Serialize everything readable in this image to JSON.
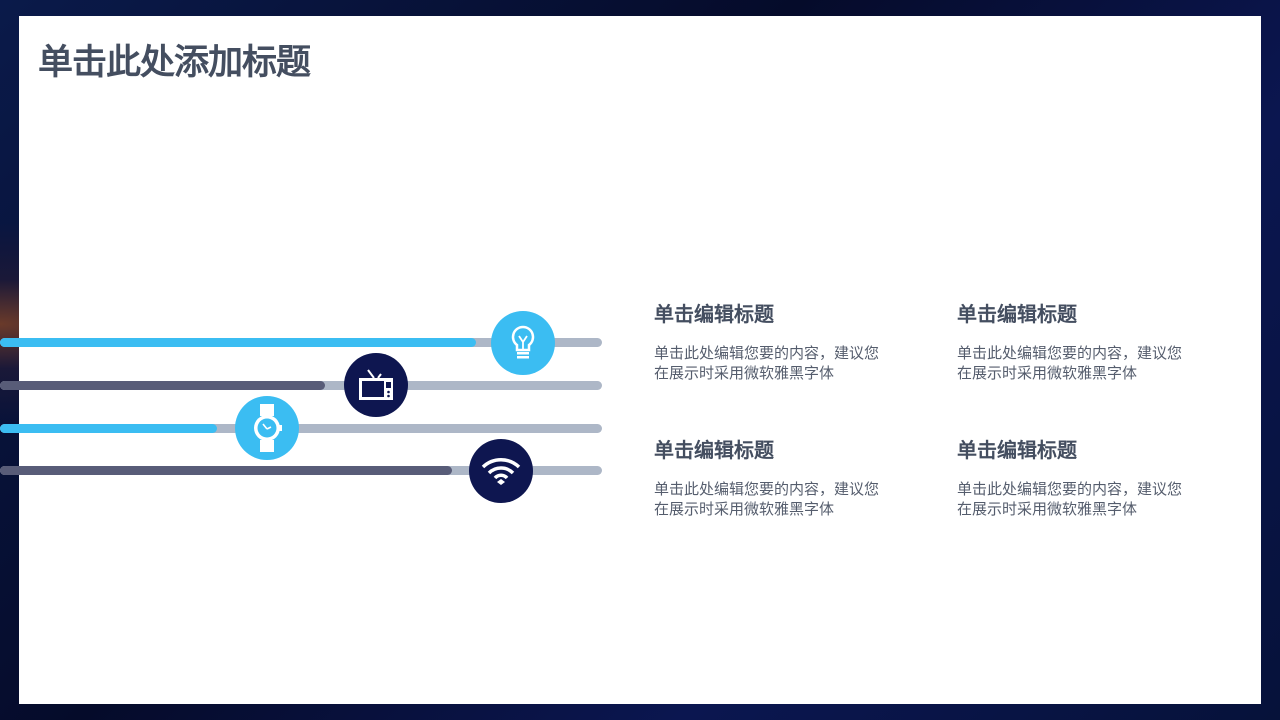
{
  "slide": {
    "title": "单击此处添加标题"
  },
  "colors": {
    "light": "#3bbdf2",
    "dark": "#0e1650",
    "dark_fill": "#585c78",
    "track": "#adb7c7"
  },
  "bars": [
    {
      "icon": "lightbulb-icon",
      "progress": 0.79,
      "style": "light"
    },
    {
      "icon": "tv-icon",
      "progress": 0.54,
      "style": "dark"
    },
    {
      "icon": "watch-icon",
      "progress": 0.36,
      "style": "light"
    },
    {
      "icon": "wifi-icon",
      "progress": 0.75,
      "style": "dark"
    }
  ],
  "blocks": [
    {
      "title": "单击编辑标题",
      "line1": "单击此处编辑您要的内容，建议您",
      "line2": "在展示时采用微软雅黑字体"
    },
    {
      "title": "单击编辑标题",
      "line1": "单击此处编辑您要的内容，建议您",
      "line2": "在展示时采用微软雅黑字体"
    },
    {
      "title": "单击编辑标题",
      "line1": "单击此处编辑您要的内容，建议您",
      "line2": "在展示时采用微软雅黑字体"
    },
    {
      "title": "单击编辑标题",
      "line1": "单击此处编辑您要的内容，建议您",
      "line2": "在展示时采用微软雅黑字体"
    }
  ]
}
